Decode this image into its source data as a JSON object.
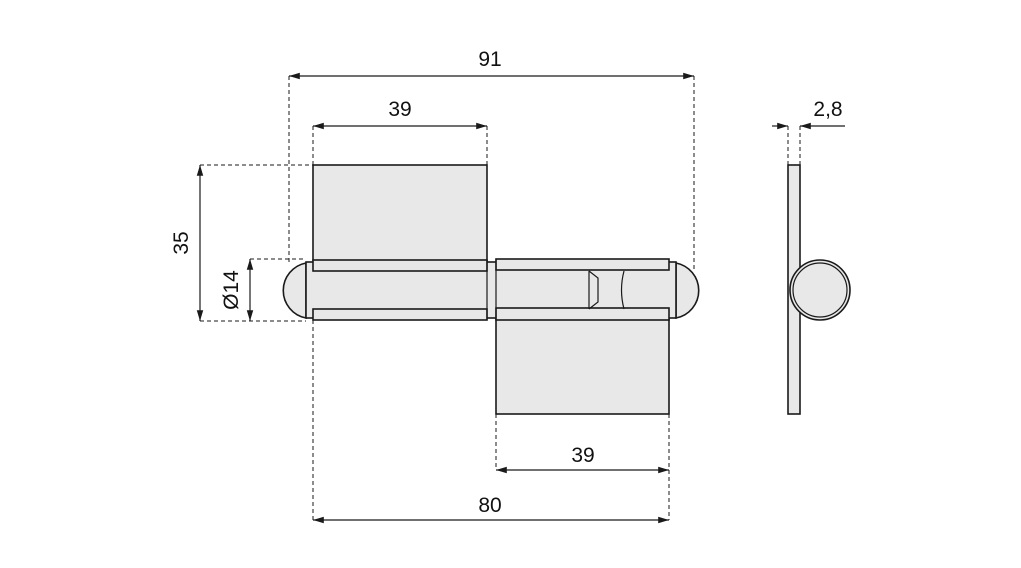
{
  "drawing": {
    "dimensions": {
      "overall_width": "91",
      "top_leaf_width": "39",
      "leaf_height": "35",
      "knuckle_diameter": "Ø14",
      "bottom_leaf_width": "39",
      "leaves_total_width": "80",
      "thickness": "2,8"
    },
    "colors": {
      "fill": "#e8e8e8",
      "stroke": "#1a1a1a"
    }
  }
}
